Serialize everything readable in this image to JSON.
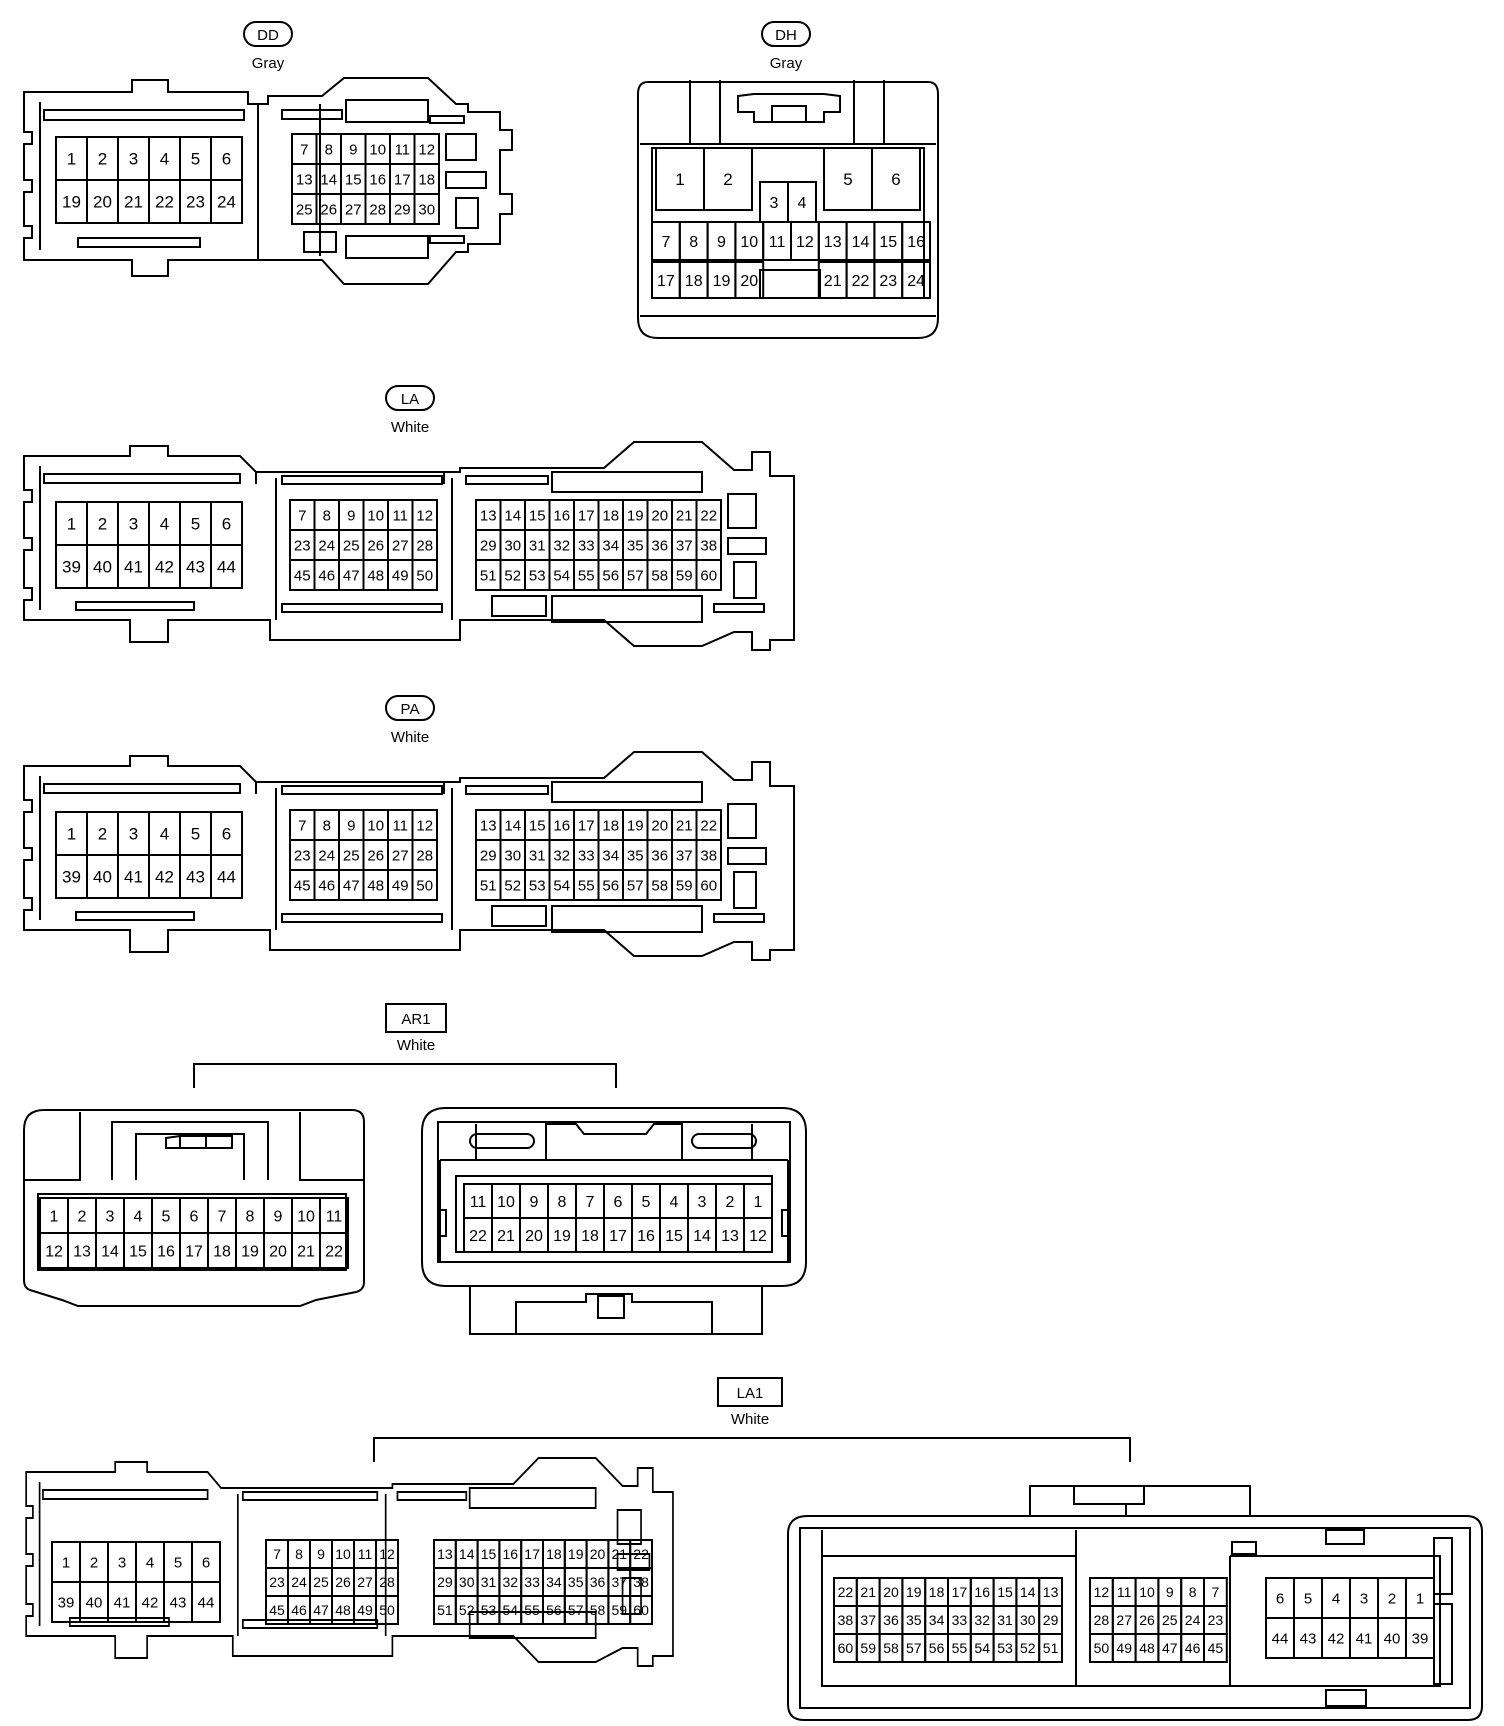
{
  "connectors": {
    "dd": {
      "code": "DD",
      "color": "Gray",
      "grid_a": [
        [
          "1",
          "2",
          "3",
          "4",
          "5",
          "6"
        ],
        [
          "19",
          "20",
          "21",
          "22",
          "23",
          "24"
        ]
      ],
      "grid_b": [
        [
          "7",
          "8",
          "9",
          "10",
          "11",
          "12"
        ],
        [
          "13",
          "14",
          "15",
          "16",
          "17",
          "18"
        ],
        [
          "25",
          "26",
          "27",
          "28",
          "29",
          "30"
        ]
      ]
    },
    "dh": {
      "code": "DH",
      "color": "Gray",
      "big": [
        "1",
        "2",
        "5",
        "6"
      ],
      "mid": [
        "3",
        "4"
      ],
      "row1": [
        "7",
        "8",
        "9",
        "10",
        "11",
        "12",
        "13",
        "14",
        "15",
        "16"
      ],
      "row2": [
        "17",
        "18",
        "19",
        "20",
        "21",
        "22",
        "23",
        "24"
      ]
    },
    "la": {
      "code": "LA",
      "color": "White",
      "grid_a": [
        [
          "1",
          "2",
          "3",
          "4",
          "5",
          "6"
        ],
        [
          "39",
          "40",
          "41",
          "42",
          "43",
          "44"
        ]
      ],
      "grid_b": [
        [
          "7",
          "8",
          "9",
          "10",
          "11",
          "12"
        ],
        [
          "23",
          "24",
          "25",
          "26",
          "27",
          "28"
        ],
        [
          "45",
          "46",
          "47",
          "48",
          "49",
          "50"
        ]
      ],
      "grid_c": [
        [
          "13",
          "14",
          "15",
          "16",
          "17",
          "18",
          "19",
          "20",
          "21",
          "22"
        ],
        [
          "29",
          "30",
          "31",
          "32",
          "33",
          "34",
          "35",
          "36",
          "37",
          "38"
        ],
        [
          "51",
          "52",
          "53",
          "54",
          "55",
          "56",
          "57",
          "58",
          "59",
          "60"
        ]
      ]
    },
    "pa": {
      "code": "PA",
      "color": "White",
      "grid_a": [
        [
          "1",
          "2",
          "3",
          "4",
          "5",
          "6"
        ],
        [
          "39",
          "40",
          "41",
          "42",
          "43",
          "44"
        ]
      ],
      "grid_b": [
        [
          "7",
          "8",
          "9",
          "10",
          "11",
          "12"
        ],
        [
          "23",
          "24",
          "25",
          "26",
          "27",
          "28"
        ],
        [
          "45",
          "46",
          "47",
          "48",
          "49",
          "50"
        ]
      ],
      "grid_c": [
        [
          "13",
          "14",
          "15",
          "16",
          "17",
          "18",
          "19",
          "20",
          "21",
          "22"
        ],
        [
          "29",
          "30",
          "31",
          "32",
          "33",
          "34",
          "35",
          "36",
          "37",
          "38"
        ],
        [
          "51",
          "52",
          "53",
          "54",
          "55",
          "56",
          "57",
          "58",
          "59",
          "60"
        ]
      ]
    },
    "ar1": {
      "code": "AR1",
      "color": "White",
      "left": [
        [
          "1",
          "2",
          "3",
          "4",
          "5",
          "6",
          "7",
          "8",
          "9",
          "10",
          "11"
        ],
        [
          "12",
          "13",
          "14",
          "15",
          "16",
          "17",
          "18",
          "19",
          "20",
          "21",
          "22"
        ]
      ],
      "right": [
        [
          "11",
          "10",
          "9",
          "8",
          "7",
          "6",
          "5",
          "4",
          "3",
          "2",
          "1"
        ],
        [
          "22",
          "21",
          "20",
          "19",
          "18",
          "17",
          "16",
          "15",
          "14",
          "13",
          "12"
        ]
      ]
    },
    "la1": {
      "code": "LA1",
      "color": "White",
      "grid_a": [
        [
          "1",
          "2",
          "3",
          "4",
          "5",
          "6"
        ],
        [
          "39",
          "40",
          "41",
          "42",
          "43",
          "44"
        ]
      ],
      "grid_b": [
        [
          "7",
          "8",
          "9",
          "10",
          "11",
          "12"
        ],
        [
          "23",
          "24",
          "25",
          "26",
          "27",
          "28"
        ],
        [
          "45",
          "46",
          "47",
          "48",
          "49",
          "50"
        ]
      ],
      "grid_c": [
        [
          "13",
          "14",
          "15",
          "16",
          "17",
          "18",
          "19",
          "20",
          "21",
          "22"
        ],
        [
          "29",
          "30",
          "31",
          "32",
          "33",
          "34",
          "35",
          "36",
          "37",
          "38"
        ],
        [
          "51",
          "52",
          "53",
          "54",
          "55",
          "56",
          "57",
          "58",
          "59",
          "60"
        ]
      ],
      "rgrid_c": [
        [
          "22",
          "21",
          "20",
          "19",
          "18",
          "17",
          "16",
          "15",
          "14",
          "13"
        ],
        [
          "38",
          "37",
          "36",
          "35",
          "34",
          "33",
          "32",
          "31",
          "30",
          "29"
        ],
        [
          "60",
          "59",
          "58",
          "57",
          "56",
          "55",
          "54",
          "53",
          "52",
          "51"
        ]
      ],
      "rgrid_b": [
        [
          "12",
          "11",
          "10",
          "9",
          "8",
          "7"
        ],
        [
          "28",
          "27",
          "26",
          "25",
          "24",
          "23"
        ],
        [
          "50",
          "49",
          "48",
          "47",
          "46",
          "45"
        ]
      ],
      "rgrid_a": [
        [
          "6",
          "5",
          "4",
          "3",
          "2",
          "1"
        ],
        [
          "44",
          "43",
          "42",
          "41",
          "40",
          "39"
        ]
      ]
    }
  }
}
